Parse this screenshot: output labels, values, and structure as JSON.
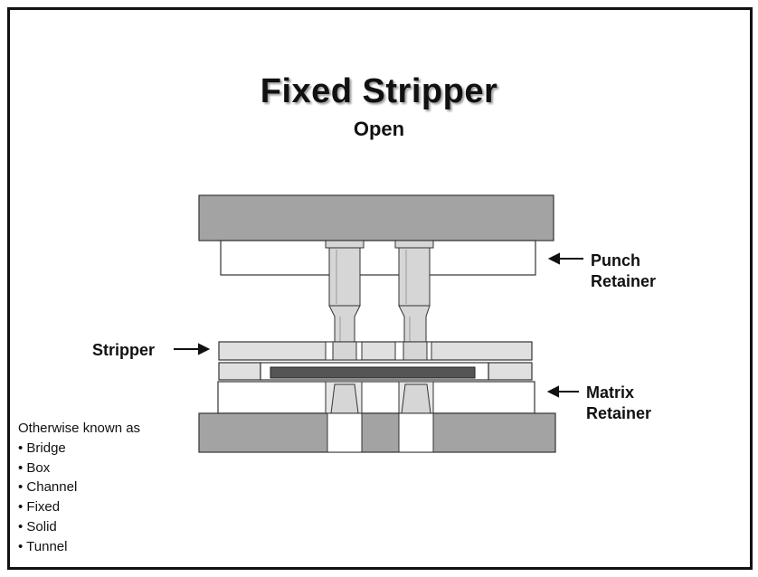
{
  "title": "Fixed Stripper",
  "subtitle": "Open",
  "labels": {
    "punch_retainer": [
      "Punch",
      "Retainer"
    ],
    "stripper": "Stripper",
    "matrix_retainer": [
      "Matrix",
      "Retainer"
    ]
  },
  "aka": {
    "heading": "Otherwise known as",
    "items": [
      "• Bridge",
      "• Box",
      "• Channel",
      "• Fixed",
      "• Solid",
      "• Tunnel"
    ]
  },
  "colors": {
    "plate_dark": "#a3a3a3",
    "plate_light": "#e0e0e0",
    "workpiece": "#555555"
  }
}
